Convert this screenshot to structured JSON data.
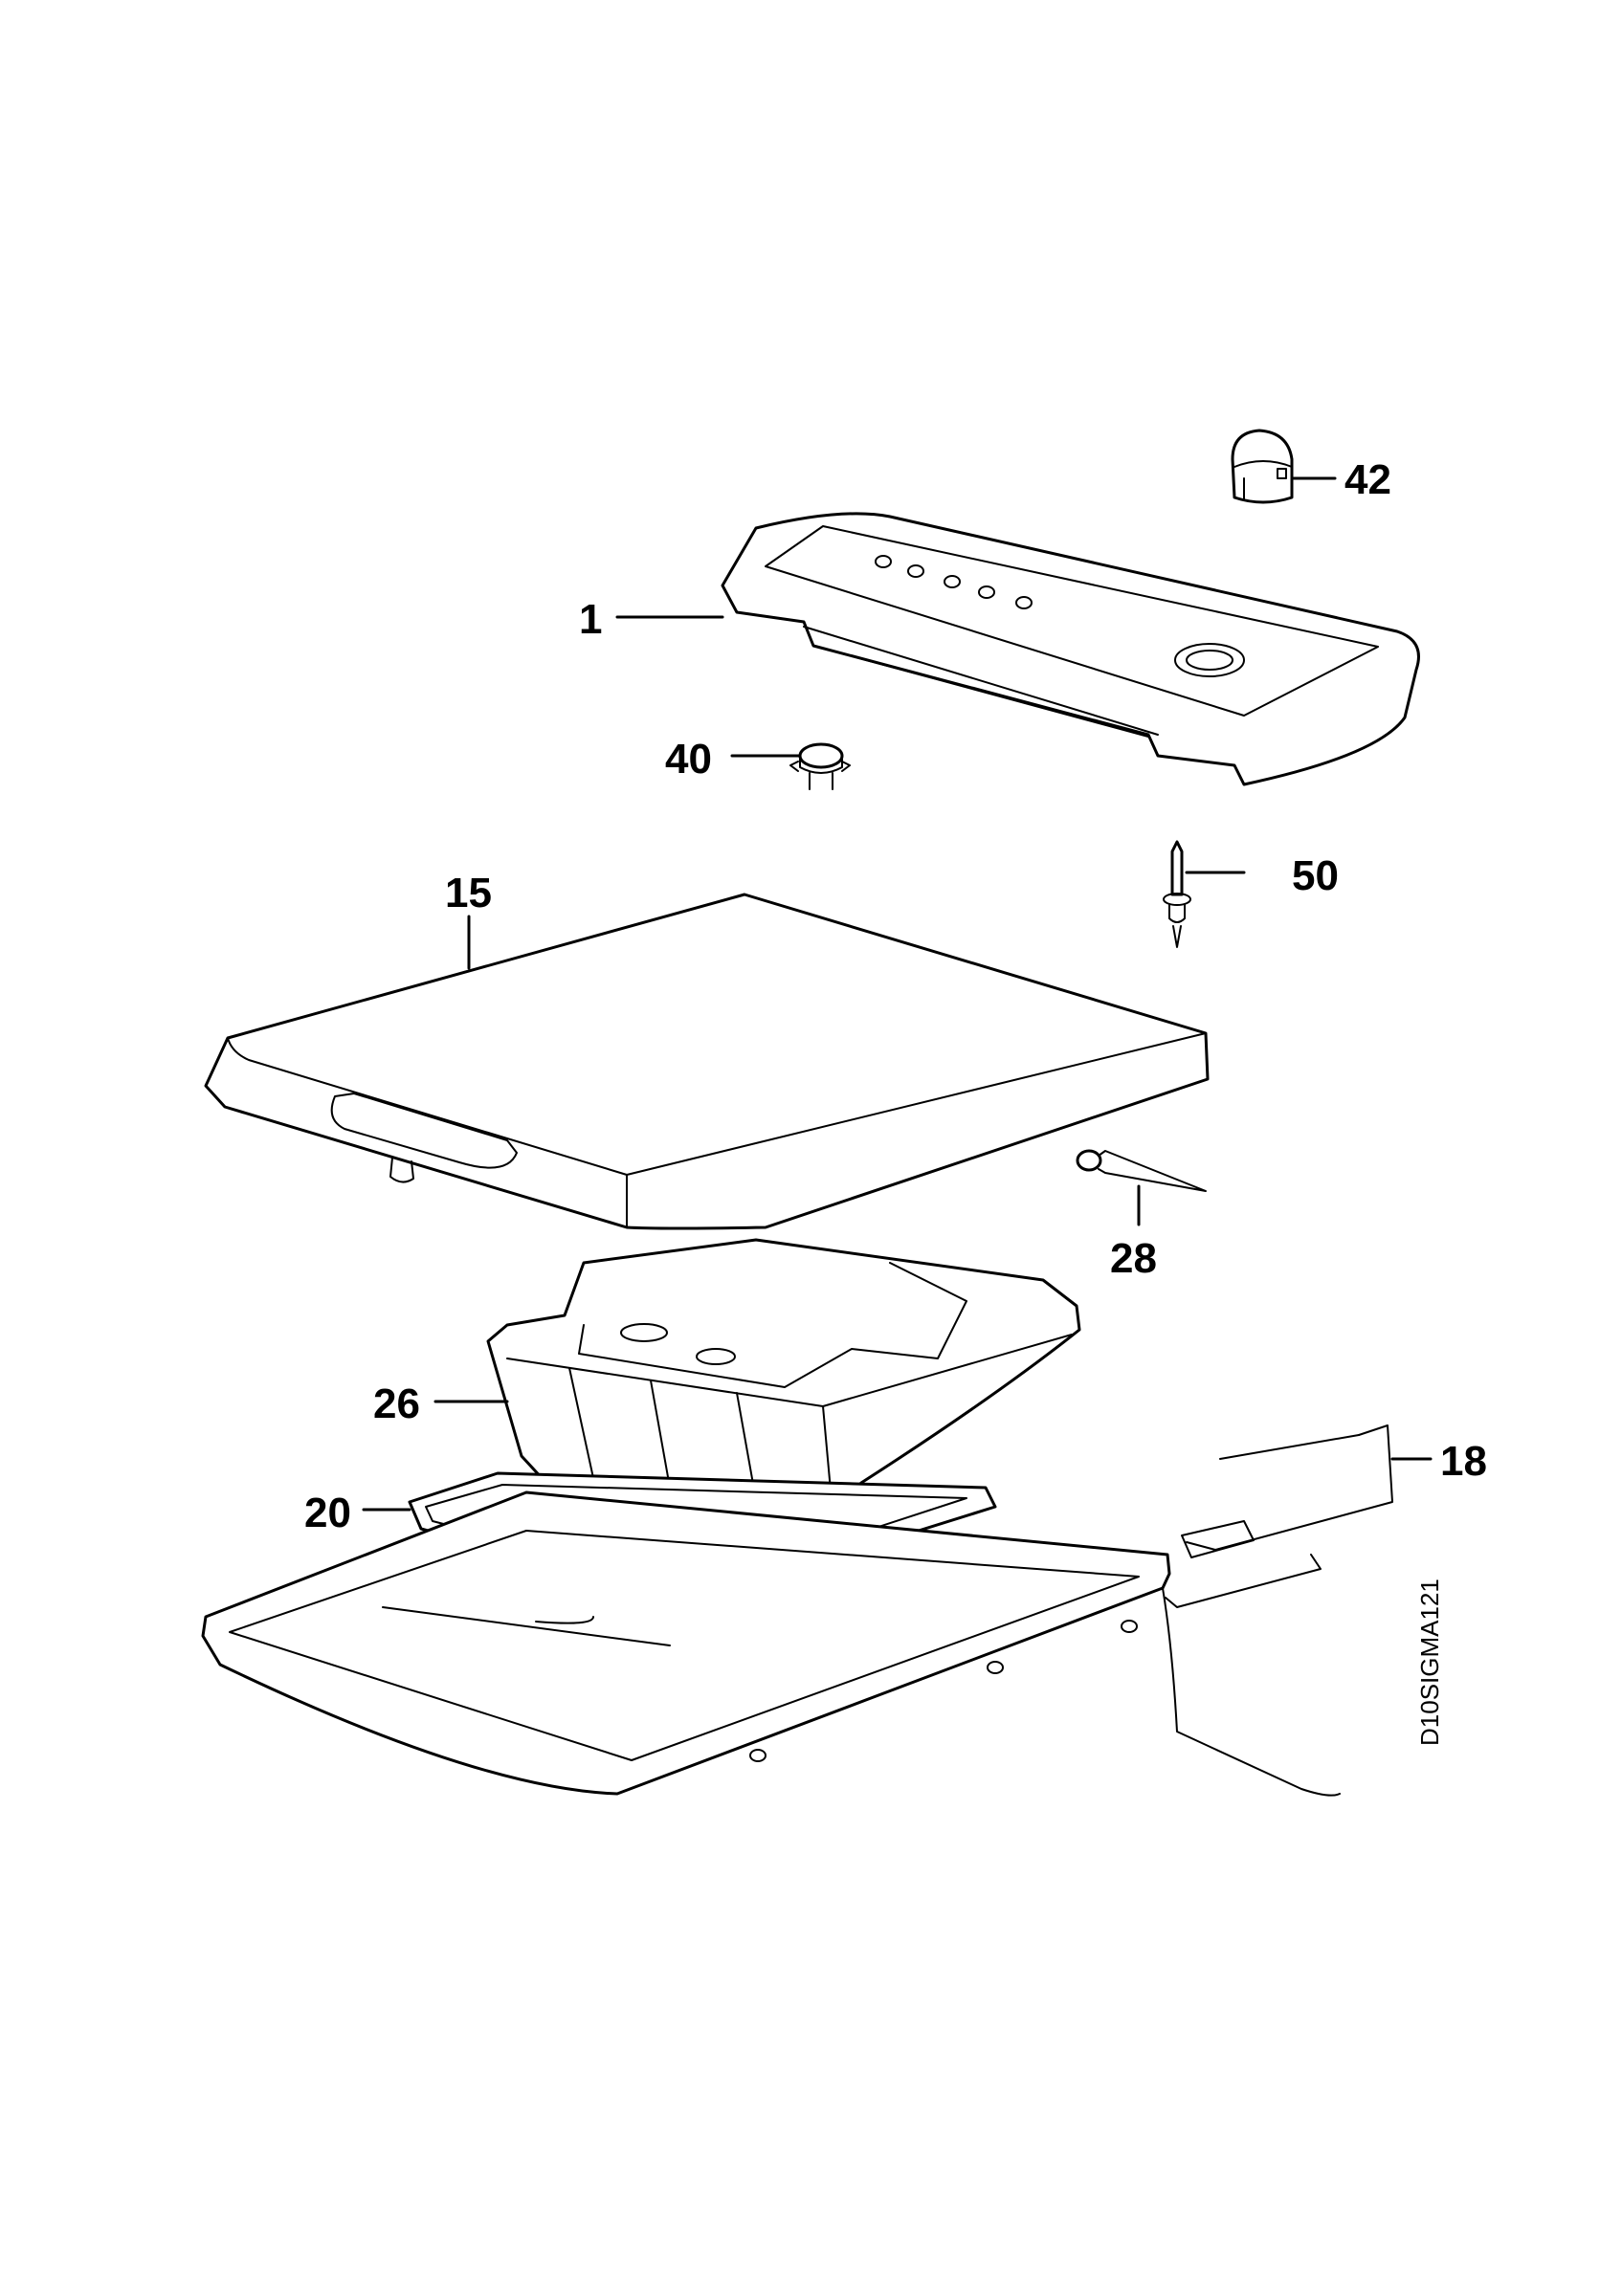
{
  "diagram": {
    "drawing_code": "D10SIGMA121",
    "callouts": [
      {
        "id": "42",
        "label": "42"
      },
      {
        "id": "1",
        "label": "1"
      },
      {
        "id": "40",
        "label": "40"
      },
      {
        "id": "15",
        "label": "15"
      },
      {
        "id": "50",
        "label": "50"
      },
      {
        "id": "28",
        "label": "28"
      },
      {
        "id": "26",
        "label": "26"
      },
      {
        "id": "18",
        "label": "18"
      },
      {
        "id": "20",
        "label": "20"
      }
    ],
    "colors": {
      "line": "#000000",
      "background": "#ffffff"
    }
  }
}
